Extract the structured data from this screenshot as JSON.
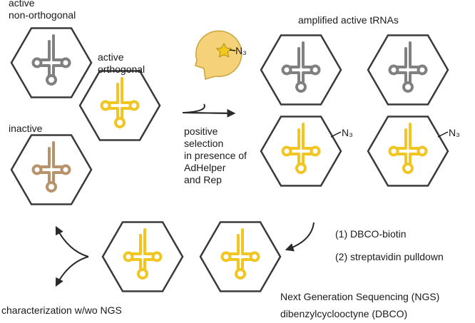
{
  "labels": {
    "active_non_orthogonal": [
      "active",
      "non-orthogonal"
    ],
    "active_orthogonal": [
      "active",
      "orthogonal"
    ],
    "inactive": "inactive",
    "amplified": "amplified active tRNAs",
    "azide": "N₃",
    "positive_selection": [
      "positive",
      "selection",
      "in presence of",
      "AdHelper",
      "and Rep"
    ],
    "dbco_biotin": "(1) DBCO-biotin",
    "streptavidin": "(2) streptavidin pulldown",
    "characterization": "characterization w/wo NGS",
    "ngs_def": "Next Generation Sequencing (NGS)",
    "dbco_def": "dibenzylcyclooctyne (DBCO)"
  },
  "colors": {
    "grey_trna": "#808080",
    "yellow_trna": "#f1c622",
    "brown_trna": "#b8926a",
    "hexagon": "#3a3a3a",
    "enzyme_fill": "#f5d27a",
    "enzyme_stroke": "#c9a33c",
    "star_fill": "#f2c81c",
    "arrow": "#2a2a2a"
  },
  "icons": {
    "hexagon": "hexagon-icon",
    "trna": "trna-cloverleaf-icon",
    "enzyme": "enzyme-pacman-icon",
    "star": "star-icon",
    "arrow": "curved-arrow-icon"
  }
}
